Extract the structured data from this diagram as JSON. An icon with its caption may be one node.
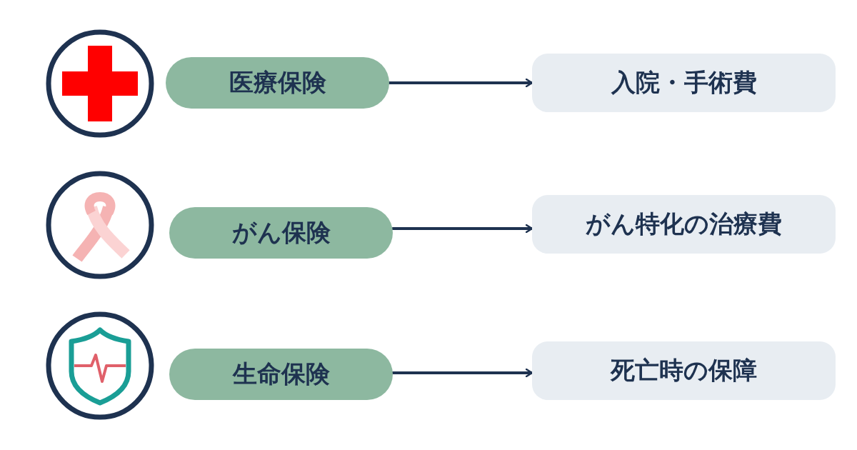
{
  "diagram": {
    "nodes": [
      {
        "text": [
          "医療保険"
        ]
      },
      {
        "text": [
          "入院・手術費"
        ]
      },
      {
        "text": [
          "がん保険"
        ]
      },
      {
        "text": [
          "がん特化の治療費"
        ]
      },
      {
        "text": [
          "生命保険"
        ]
      },
      {
        "text": [
          "死亡時の保障"
        ]
      }
    ],
    "edges": [
      {
        "from": 0,
        "to": 1,
        "arrow": "to"
      },
      {
        "from": 2,
        "to": 3,
        "arrow": "to"
      },
      {
        "from": 4,
        "to": 5,
        "arrow": "to"
      }
    ]
  }
}
